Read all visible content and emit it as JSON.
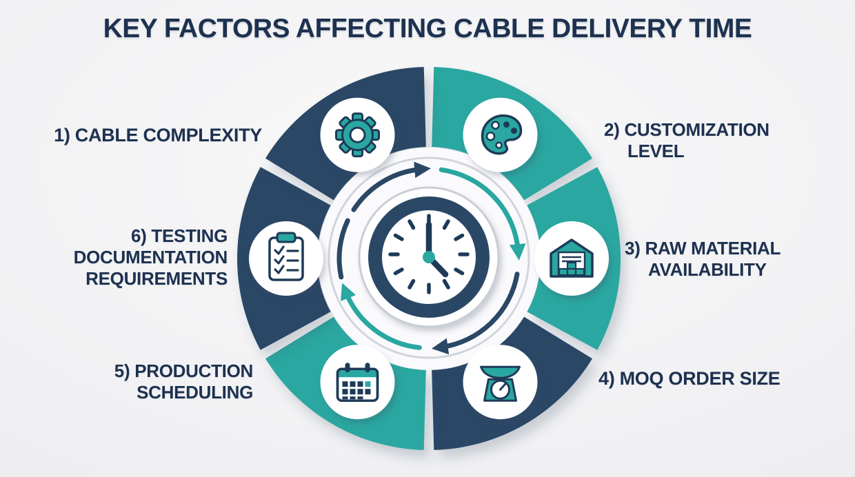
{
  "title": "KEY FACTORS AFFECTING CABLE DELIVERY TIME",
  "colors": {
    "navy": "#2B4766",
    "teal": "#29A7A0",
    "icon_navy": "#1E3A58",
    "text": "#1D3150",
    "silver": "#C9CED5",
    "background": "#F0F0F2",
    "white": "#FFFFFF"
  },
  "center": {
    "icon": "clock-icon",
    "ring_icons": "cycle-arrows"
  },
  "factors": [
    {
      "number": "1",
      "lines": [
        "1) CABLE COMPLEXITY"
      ],
      "icon": "gear-icon",
      "segment_color": "navy",
      "side": "left"
    },
    {
      "number": "2",
      "lines": [
        "2) CUSTOMIZATION",
        "LEVEL"
      ],
      "icon": "paint-palette-icon",
      "segment_color": "teal",
      "side": "right"
    },
    {
      "number": "3",
      "lines": [
        "3) RAW MATERIAL",
        "AVAILABILITY"
      ],
      "icon": "warehouse-icon",
      "segment_color": "teal",
      "side": "right"
    },
    {
      "number": "4",
      "lines": [
        "4) MOQ ORDER SIZE"
      ],
      "icon": "weighing-scale-icon",
      "segment_color": "navy",
      "side": "right"
    },
    {
      "number": "5",
      "lines": [
        "5) PRODUCTION",
        "SCHEDULING"
      ],
      "icon": "calendar-icon",
      "segment_color": "teal",
      "side": "left"
    },
    {
      "number": "6",
      "lines": [
        "6) TESTING",
        "DOCUMENTATION",
        "REQUIREMENTS"
      ],
      "icon": "clipboard-checklist-icon",
      "segment_color": "navy",
      "side": "left"
    }
  ]
}
